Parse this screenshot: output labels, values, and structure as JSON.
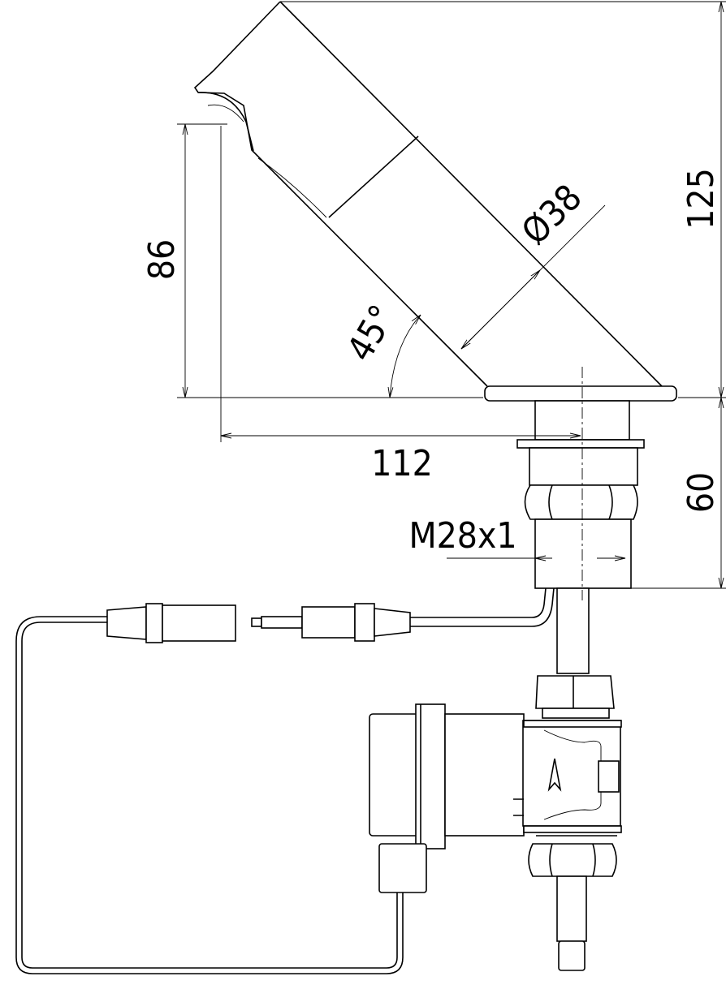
{
  "drawing": {
    "dimensions": {
      "height_total": "125",
      "height_shank": "60",
      "height_outlet": "86",
      "projection": "112",
      "diameter": "Ø38",
      "angle": "45°",
      "thread": "M28x1"
    },
    "line_color": "#000000",
    "background": "#ffffff"
  }
}
